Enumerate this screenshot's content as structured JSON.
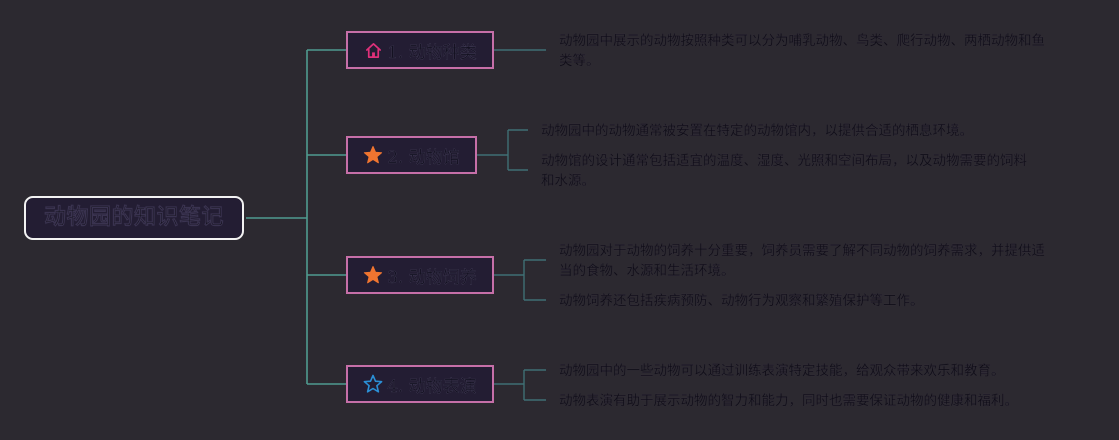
{
  "root": {
    "title": "动物园的知识笔记"
  },
  "branches": [
    {
      "label": "1. 动物种类",
      "icon": "home-icon",
      "icon_color": "#e0307a",
      "notes": [
        "动物园中展示的动物按照种类可以分为哺乳动物、鸟类、爬行动物、两栖动物和鱼类等。"
      ]
    },
    {
      "label": "2. 动物馆",
      "icon": "star-filled-icon",
      "icon_color": "#f07530",
      "notes": [
        "动物园中的动物通常被安置在特定的动物馆内，以提供合适的栖息环境。",
        "动物馆的设计通常包括适宜的温度、湿度、光照和空间布局，以及动物需要的饲料和水源。"
      ]
    },
    {
      "label": "3. 动物饲养",
      "icon": "star-filled-icon",
      "icon_color": "#f07530",
      "notes": [
        "动物园对于动物的饲养十分重要，饲养员需要了解不同动物的饲养需求，并提供适当的食物、水源和生活环境。",
        "动物饲养还包括疾病预防、动物行为观察和繁殖保护等工作。"
      ]
    },
    {
      "label": "4. 动物表演",
      "icon": "star-outline-icon",
      "icon_color": "#2b8fd6",
      "notes": [
        "动物园中的一些动物可以通过训练表演特定技能，给观众带来欢乐和教育。",
        "动物表演有助于展示动物的智力和能力，同时也需要保证动物的健康和福利。"
      ]
    }
  ],
  "colors": {
    "background": "#2c2930",
    "connector": "#4f9b8f",
    "connector_leaf": "#3f6f74",
    "branch_border": "#c66fa8",
    "root_border": "#f2f2f2"
  }
}
